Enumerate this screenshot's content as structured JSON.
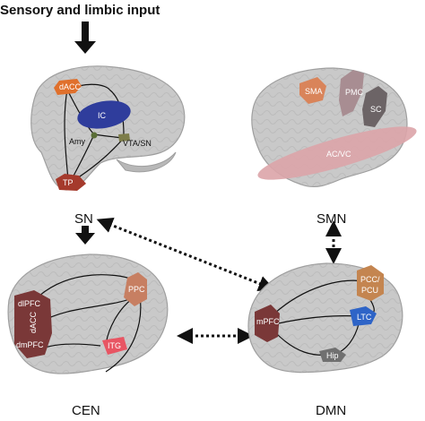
{
  "title": "Sensory and limbic input",
  "colors": {
    "brain": "#c9c9c9",
    "brain_dark": "#9e9e9e",
    "dACC": "#e0702c",
    "IC": "#2f3d9c",
    "Amy": "#5a6e36",
    "VTA_SN": "#7d7d4a",
    "TP": "#a53a2c",
    "SMA": "#d9845a",
    "PMC": "#a88d92",
    "SC": "#6c6466",
    "AC_VC": "#dca4a8",
    "PPC": "#c77f62",
    "dlPFC": "#7a3838",
    "ITG": "#e85563",
    "mPFC": "#7a3838",
    "PCC_PCU": "#c48550",
    "LTC": "#2e64c7",
    "Hip": "#707070"
  },
  "networks": {
    "sn": {
      "label": "SN",
      "regions": {
        "dacc": "dACC",
        "ic": "IC",
        "amy": "Amy",
        "vta": "VTA/SN",
        "tp": "TP"
      }
    },
    "smn": {
      "label": "SMN",
      "regions": {
        "sma": "SMA",
        "pmc": "PMC",
        "sc": "SC",
        "acvc": "AC/VC"
      }
    },
    "cen": {
      "label": "CEN",
      "regions": {
        "dlpfc": "dlPFC",
        "dacc": "dACC",
        "dmpfc": "dmPFC",
        "ppc": "PPC",
        "itg": "ITG"
      }
    },
    "dmn": {
      "label": "DMN",
      "regions": {
        "mpfc": "mPFC",
        "pcc": "PCC/",
        "pcu": "PCU",
        "ltc": "LTC",
        "hip": "Hip"
      }
    }
  }
}
